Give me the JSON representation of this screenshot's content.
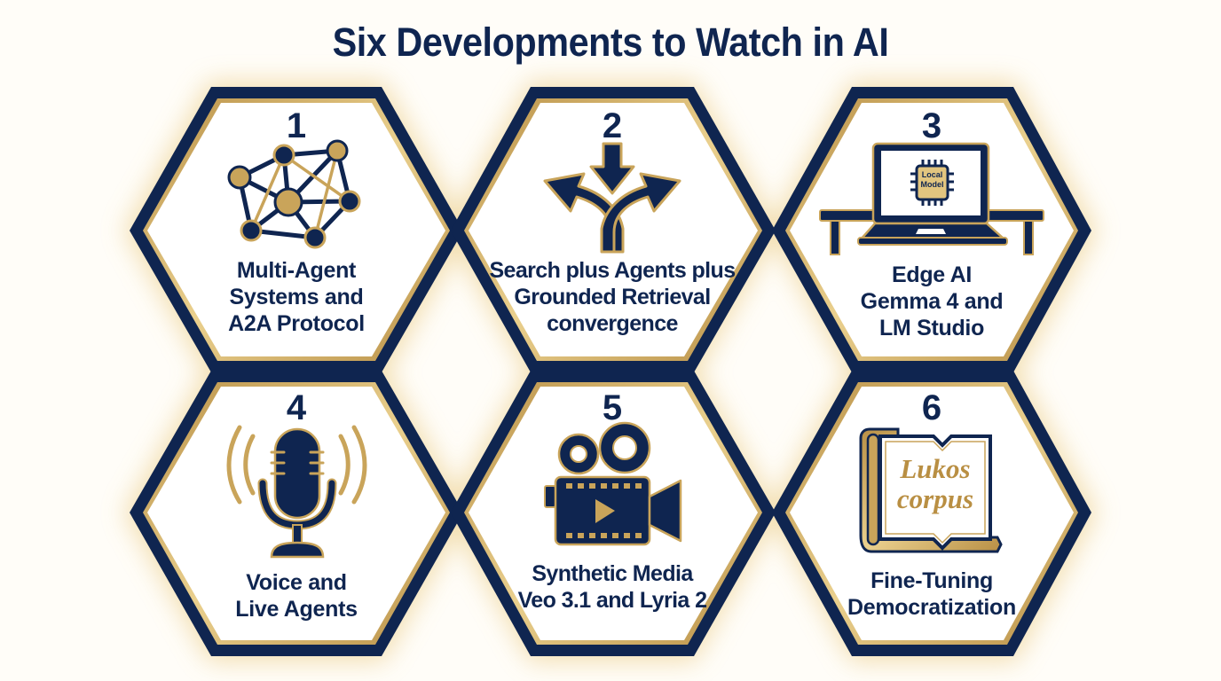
{
  "title": "Six Developments to Watch in AI",
  "colors": {
    "navy": "#0f2550",
    "gold": "#c9a45a",
    "gold_light": "#e9cf8c",
    "background": "#fffdf8",
    "glow": "#f3dfb2"
  },
  "items": [
    {
      "number": "1",
      "icon": "network-graph-icon",
      "label_lines": [
        "Multi-Agent",
        "Systems and",
        "A2A Protocol"
      ]
    },
    {
      "number": "2",
      "icon": "converging-arrows-icon",
      "label_lines": [
        "Search plus Agents plus",
        "Grounded Retrieval",
        "convergence"
      ]
    },
    {
      "number": "3",
      "icon": "laptop-chip-icon",
      "icon_text": [
        "Local",
        "Model"
      ],
      "label_lines": [
        "Edge AI",
        "Gemma 4 and",
        "LM Studio"
      ]
    },
    {
      "number": "4",
      "icon": "microphone-icon",
      "label_lines": [
        "Voice and",
        "Live Agents"
      ]
    },
    {
      "number": "5",
      "icon": "film-camera-icon",
      "label_lines": [
        "Synthetic Media",
        "Veo 3.1 and Lyria 2"
      ]
    },
    {
      "number": "6",
      "icon": "book-scroll-icon",
      "icon_text": [
        "Lukos",
        "corpus"
      ],
      "label_lines": [
        "Fine-Tuning",
        "Democratization"
      ]
    }
  ]
}
